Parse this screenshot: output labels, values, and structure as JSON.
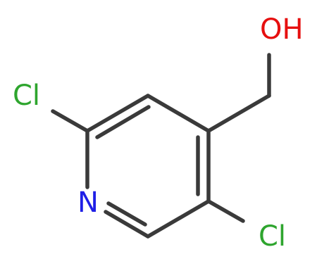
{
  "molecule": {
    "atom_labels": {
      "cl_left": "Cl",
      "nitrogen": "N",
      "cl_right": "Cl",
      "hydroxyl": "OH"
    },
    "colors": {
      "bond": "#3a3a3a",
      "chlorine": "#2ea52e",
      "nitrogen": "#1f1fe6",
      "oxygen": "#e60f0f"
    }
  }
}
